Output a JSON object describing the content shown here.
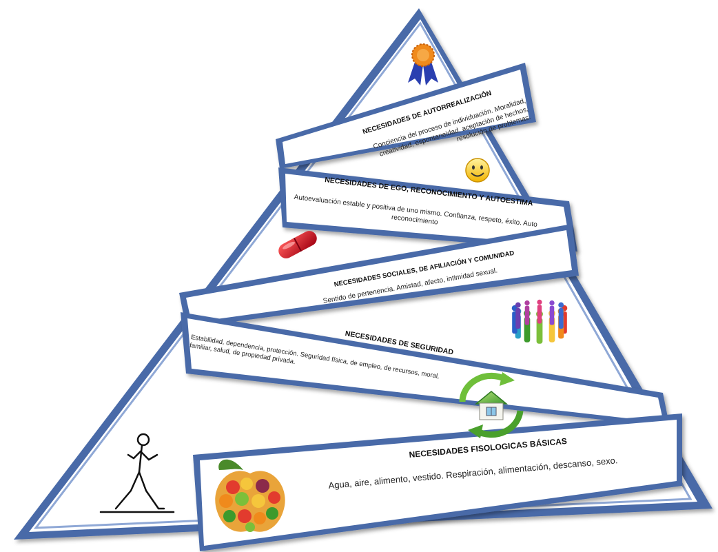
{
  "levels": [
    {
      "title": "NECESIDADES DE AUTORREALIZACIÓN",
      "description": "Conciencia del proceso de individuación. Moralidad, creatividad, espontaneidad, aceptación de hechos, resolución de problemas.",
      "icon": "award-ribbon-icon"
    },
    {
      "title": "NECESIDADES DE EGO, RECONOCIMIENTO  Y  AUTOESTIMA",
      "description": "Autoevaluación estable y positiva de uno mismo. Confianza, respeto, éxito. Auto reconocimiento",
      "icon": "smiley-face-icon"
    },
    {
      "title": "NECESIDADES SOCIALES, DE AFILIACIÓN Y COMUNIDAD",
      "description": "Sentido de pertenencia. Amistad, afecto, intimidad sexual.",
      "icon": "people-circle-icon"
    },
    {
      "title": "NECESIDADES DE SEGURIDAD",
      "description": "Estabilidad, dependencia, protección. Seguridad física, de empleo, de recursos, moral, familiar, salud, de propiedad privada.",
      "icon": "eco-house-icon"
    },
    {
      "title": "NECESIDADES FISOLOGICAS BÁSICAS",
      "description": "Agua, aire, alimento, vestido. Respiración, alimentación, descanso, sexo.",
      "icon": "fruit-apple-icon"
    }
  ],
  "decorations": {
    "pill": "pill-capsule-icon",
    "walker": "walking-stick-figure-icon"
  },
  "colors": {
    "frame": "#4a6ba8",
    "frame_dark": "#1f3f7a",
    "ribbon_fill": "#ffffff",
    "text": "#111111"
  }
}
